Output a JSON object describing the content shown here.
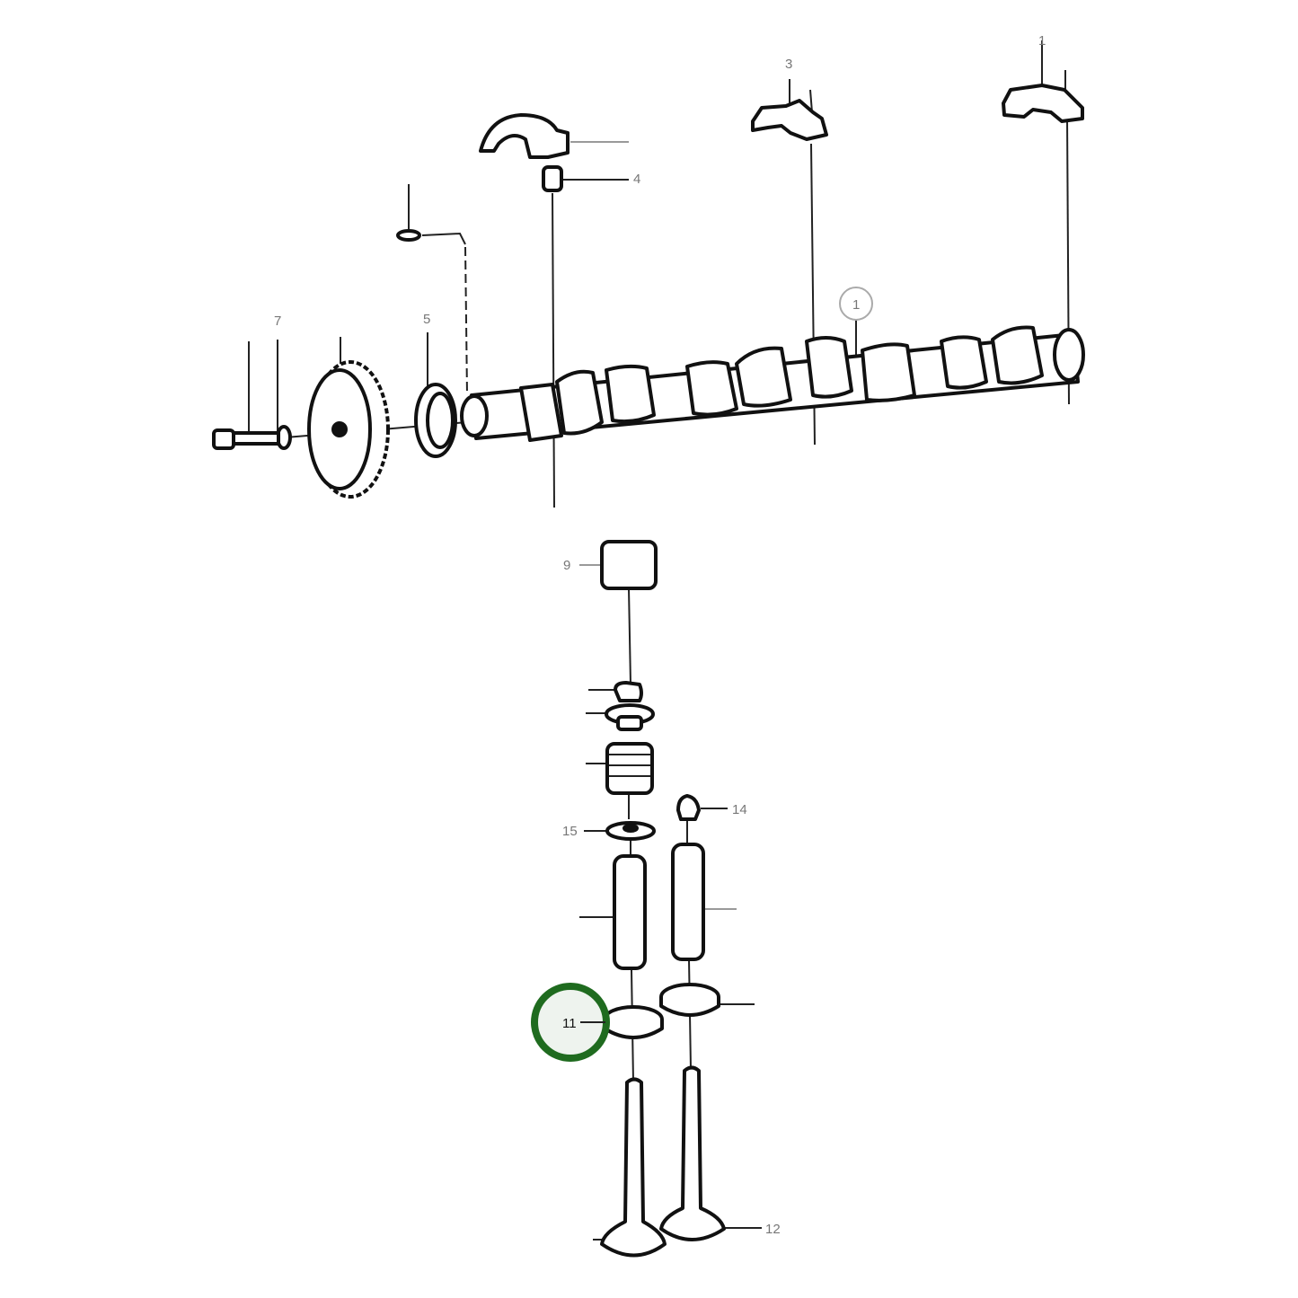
{
  "diagram": {
    "type": "exploded parts diagram",
    "highlight_color": "#1f6b1f",
    "highlighted_callout": "11",
    "callouts": {
      "c1_top": "1",
      "c3": "3",
      "c4": "4",
      "c5": "5",
      "c7": "7",
      "c1_circled": "1",
      "c9": "9",
      "c15": "15",
      "c14": "14",
      "c11": "11",
      "c12": "12"
    }
  }
}
